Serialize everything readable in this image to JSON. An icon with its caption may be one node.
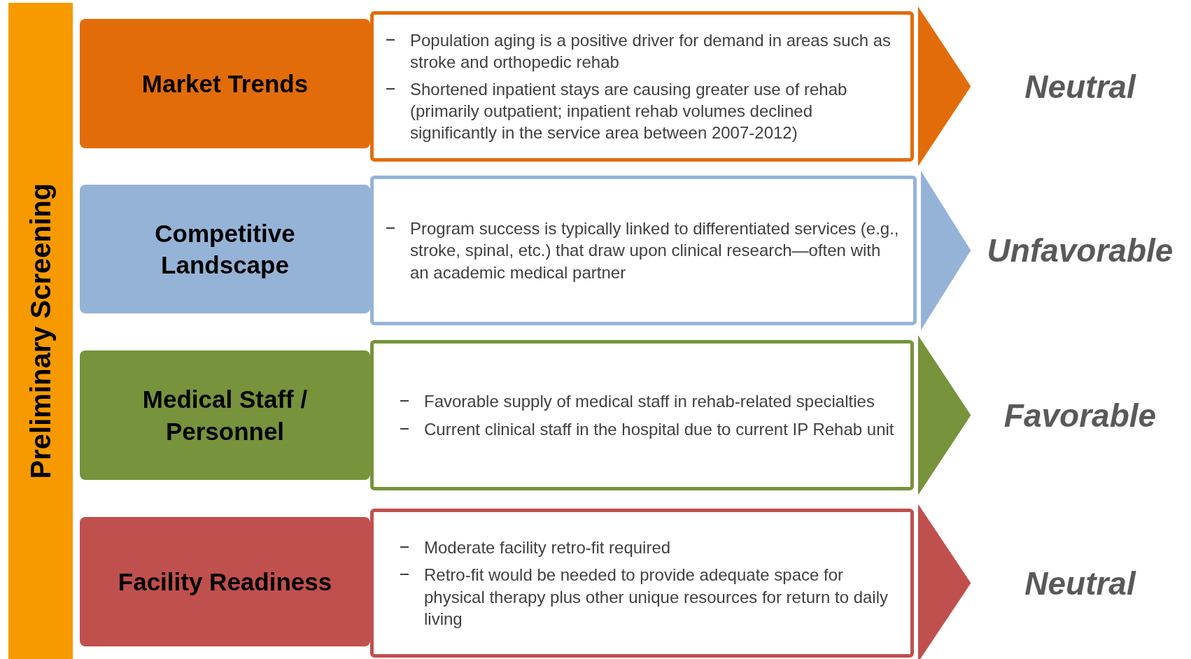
{
  "diagram": {
    "nodes": [
      {
        "text": [
          "Preliminary Screening"
        ]
      },
      {
        "text": [
          "Market Trends"
        ]
      },
      {
        "text": [
          "Population aging is a positive driver for demand in areas such as stroke and orthopedic rehab",
          "Shortened inpatient stays are causing greater use of rehab (primarily outpatient; inpatient rehab volumes declined significantly in the service area between 2007-2012)"
        ]
      },
      {
        "text": [
          "Neutral"
        ]
      },
      {
        "text": [
          "Competitive Landscape"
        ]
      },
      {
        "text": [
          "Program success is typically linked to differentiated services (e.g., stroke, spinal, etc.) that draw upon clinical research—often with an academic medical partner"
        ]
      },
      {
        "text": [
          "Unfavorable"
        ]
      },
      {
        "text": [
          "Medical Staff / Personnel"
        ]
      },
      {
        "text": [
          "Favorable supply of medical staff in rehab-related specialties",
          "Current clinical staff in the hospital due to current IP Rehab unit"
        ]
      },
      {
        "text": [
          "Favorable"
        ]
      },
      {
        "text": [
          "Facility Readiness"
        ]
      },
      {
        "text": [
          "Moderate facility retro-fit required",
          "Retro-fit would be needed to provide adequate space for physical therapy plus other unique resources for return to daily living"
        ]
      },
      {
        "text": [
          "Neutral"
        ]
      }
    ],
    "edges": [
      {
        "from": 2,
        "to": 3,
        "arrow": "to",
        "style": "thick",
        "color": "#e36c0a"
      },
      {
        "from": 5,
        "to": 6,
        "arrow": "to",
        "style": "thick",
        "color": "#95b3d7"
      },
      {
        "from": 8,
        "to": 9,
        "arrow": "to",
        "style": "thick",
        "color": "#77933c"
      },
      {
        "from": 11,
        "to": 12,
        "arrow": "to",
        "style": "thick",
        "color": "#c0504d"
      }
    ]
  }
}
